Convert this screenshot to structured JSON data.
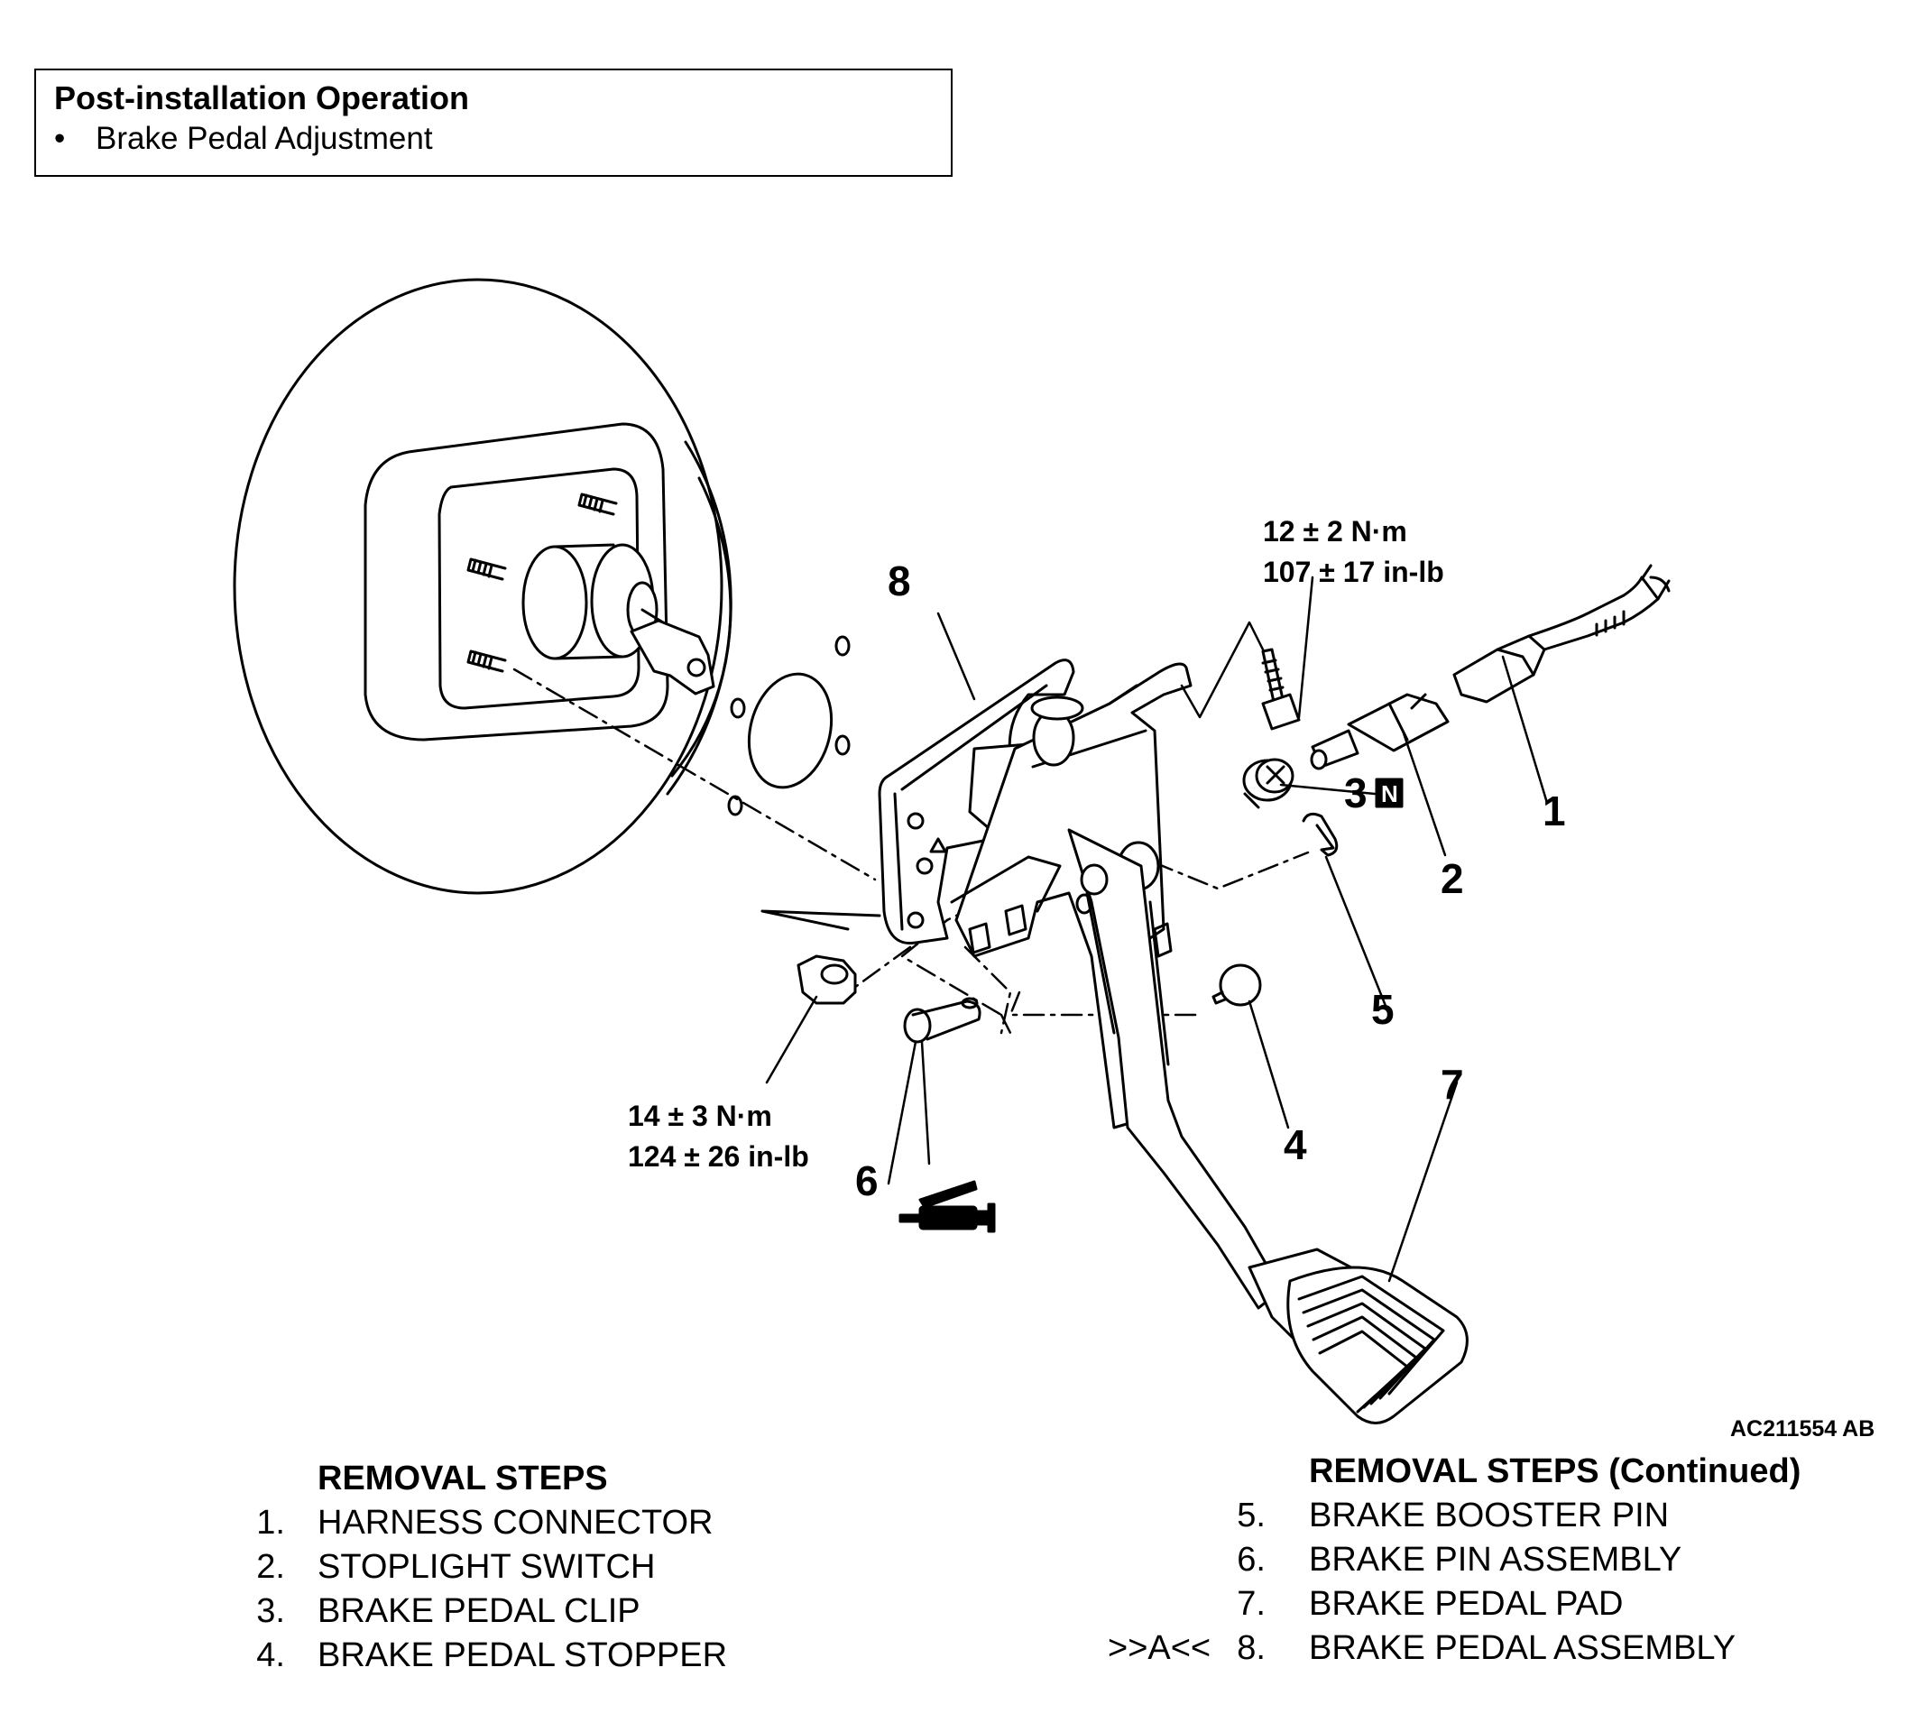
{
  "post_install": {
    "title": "Post-installation Operation",
    "bullet": "•",
    "item": "Brake Pedal Adjustment"
  },
  "callouts": {
    "p1": "1",
    "p2": "2",
    "p3": "3",
    "p3_badge": "N",
    "p4": "4",
    "p5": "5",
    "p6": "6",
    "p7": "7",
    "p8": "8"
  },
  "torque_top": {
    "metric": "12 ± 2 N·m",
    "imperial": "107 ± 17 in-lb"
  },
  "torque_bottom": {
    "metric": "14 ± 3 N·m",
    "imperial": "124 ± 26 in-lb"
  },
  "figure_code": "AC211554 AB",
  "removal_left": {
    "heading": "REMOVAL STEPS",
    "steps": [
      {
        "num": "1.",
        "text": "HARNESS CONNECTOR"
      },
      {
        "num": "2.",
        "text": "STOPLIGHT SWITCH"
      },
      {
        "num": "3.",
        "text": "BRAKE PEDAL CLIP"
      },
      {
        "num": "4.",
        "text": "BRAKE PEDAL STOPPER"
      }
    ]
  },
  "removal_right": {
    "heading": "REMOVAL STEPS (Continued)",
    "steps": [
      {
        "prefix": "",
        "num": "5.",
        "text": "BRAKE BOOSTER PIN"
      },
      {
        "prefix": "",
        "num": "6.",
        "text": "BRAKE PIN ASSEMBLY"
      },
      {
        "prefix": "",
        "num": "7.",
        "text": "BRAKE PEDAL PAD"
      },
      {
        "prefix": ">>A<<",
        "num": "8.",
        "text": "BRAKE PEDAL ASSEMBLY"
      }
    ]
  }
}
